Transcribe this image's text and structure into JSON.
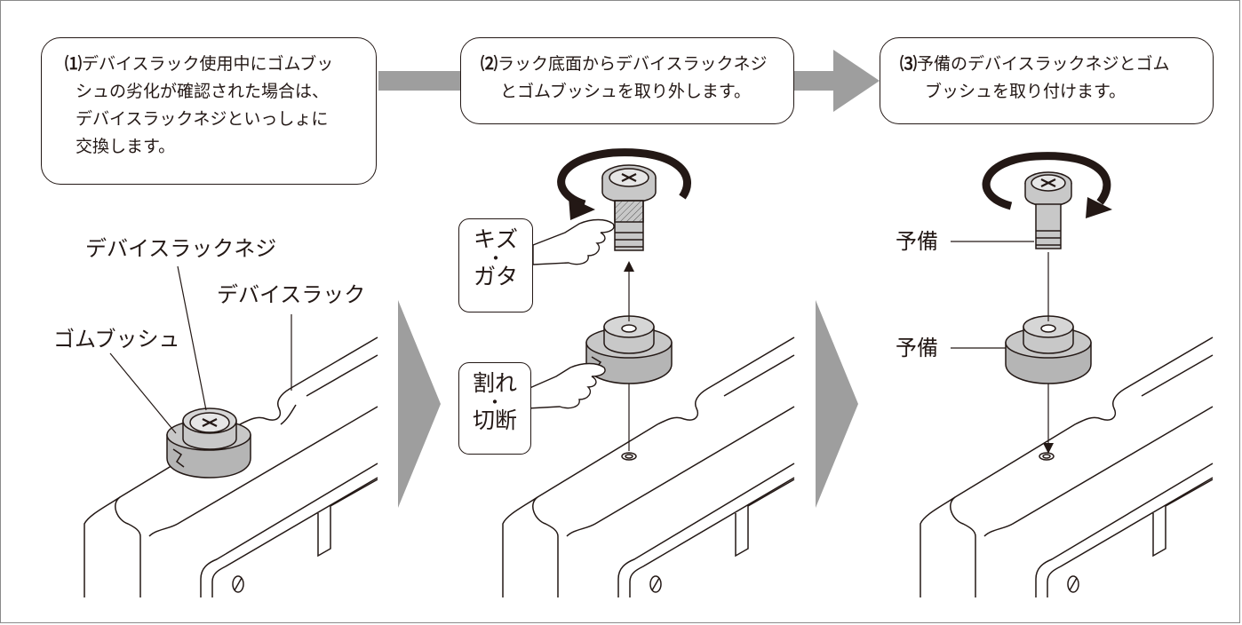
{
  "steps": [
    {
      "num": "⑴",
      "text": "デバイスラック使用中にゴムブッシュの劣化が確認された場合は、デバイスラックネジといっしょに交換します。",
      "lines": [
        "デバイスラック使用中にゴムブッ",
        "シュの劣化が確認された場合は、",
        "デバイスラックネジといっしょに",
        "交換します。"
      ]
    },
    {
      "num": "⑵",
      "lines": [
        "ラック底面からデバイスラックネジ",
        "とゴムブッシュを取り外します。"
      ]
    },
    {
      "num": "⑶",
      "lines": [
        "予備のデバイスラックネジとゴム",
        "ブッシュを取り付けます。"
      ]
    }
  ],
  "labels": {
    "screw": "デバイスラックネジ",
    "rack": "デバイスラック",
    "bushing": "ゴムブッシュ",
    "spare_screw": "予備",
    "spare_bushing": "予備"
  },
  "tags": {
    "screw_damage": {
      "top": "キズ",
      "dot": "・",
      "bottom": "ガタ"
    },
    "bushing_damage": {
      "top": "割れ",
      "dot": "・",
      "bottom": "切断"
    }
  },
  "colors": {
    "line": "#231815",
    "gray_fill": "#b5b5b5",
    "gray_dark": "#9a9a9a",
    "gray_light": "#d6d6d6",
    "arrow": "#9e9e9e"
  }
}
